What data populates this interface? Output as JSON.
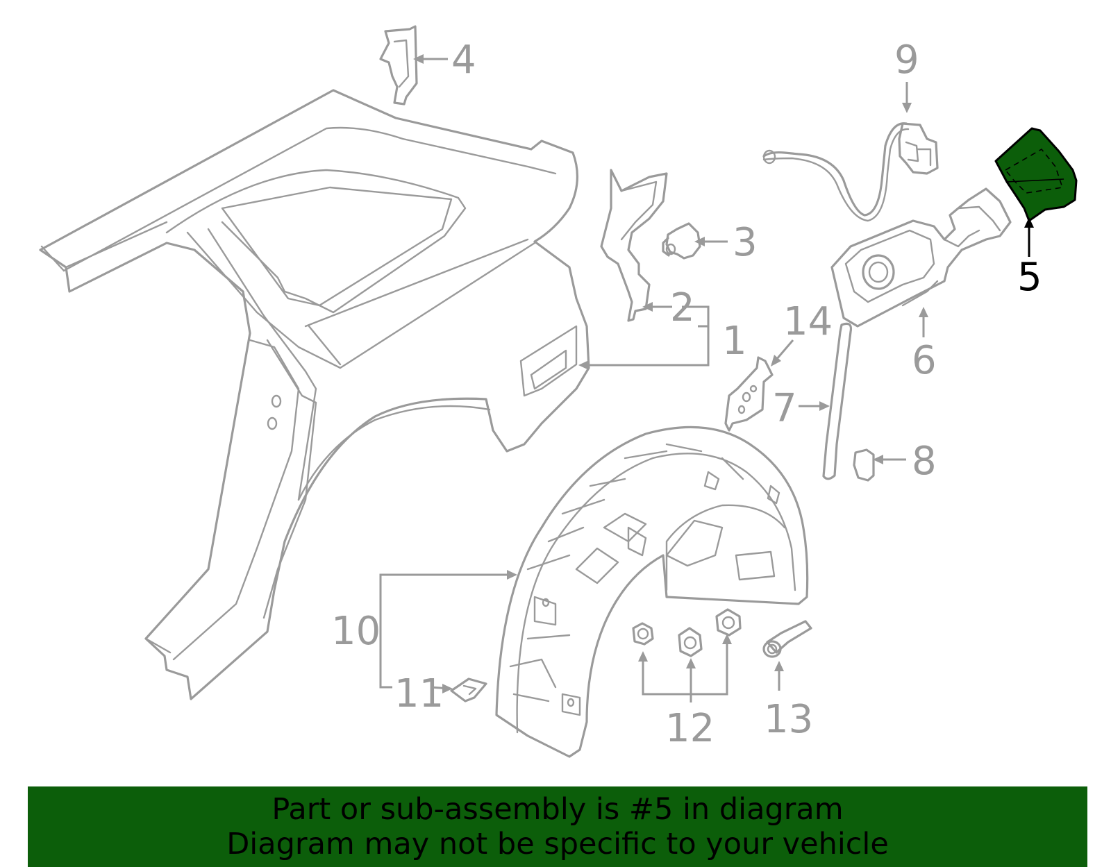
{
  "colors": {
    "line_gray": "#9a9a9a",
    "highlight_fill": "#0c5e0a",
    "banner_bg": "#0c5e0a",
    "active_text": "#000000"
  },
  "callouts": {
    "c1": "1",
    "c2": "2",
    "c3": "3",
    "c4": "4",
    "c5": "5",
    "c6": "6",
    "c7": "7",
    "c8": "8",
    "c9": "9",
    "c10": "10",
    "c11": "11",
    "c12": "12",
    "c13": "13",
    "c14": "14"
  },
  "highlighted_part": "5",
  "banner": {
    "line1": "Part or sub-assembly is #5 in diagram",
    "line2": "Diagram may not be specific to your vehicle"
  }
}
